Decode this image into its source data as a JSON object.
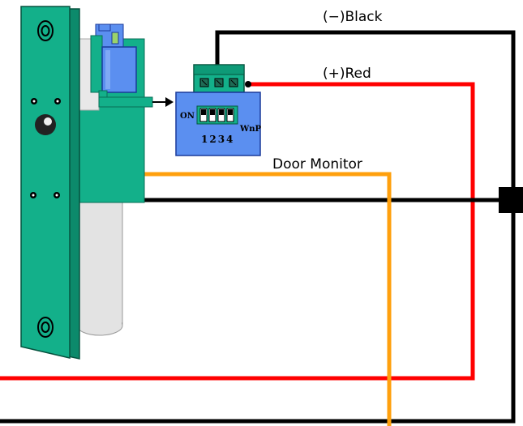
{
  "labels": {
    "neg_black": "(−)Black",
    "pos_red": "(+)Red",
    "door_monitor": "Door Monitor"
  },
  "module": {
    "on_label": "ON",
    "model_label": "WnP",
    "dip_numbers": "1234"
  },
  "colors": {
    "plate": "#13b08a",
    "plate_dark": "#0c8a6b",
    "module_body": "#5b8ff0",
    "module_outline": "#1b3a9a",
    "wire_black": "#000000",
    "wire_red": "#ff0000",
    "wire_orange": "#ffa00d",
    "cylinder": "#e0e0e0"
  }
}
